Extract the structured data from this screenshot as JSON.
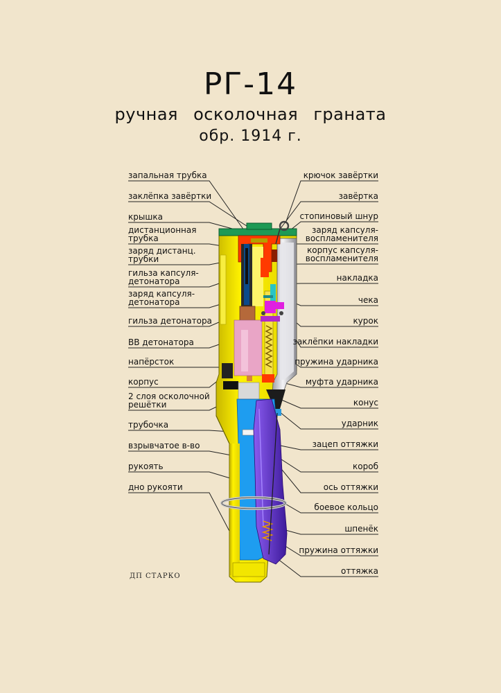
{
  "title": "РГ-14",
  "subtitle": "ручная осколочная граната",
  "model": "обр. 1914 г.",
  "author": "ДП СТАРКО",
  "labels_left": [
    "запальная трубка",
    "заклёпка завёртки",
    "крышка",
    "дистанционная\nтрубка",
    "заряд дистанц.\nтрубки",
    "гильза капсуля-\nдетонатора",
    "заряд капсуля-\nдетонатора",
    "гильза детонатора",
    "ВВ детонатора",
    "напёрсток",
    "корпус",
    "2 слоя осколочной\nрешётки",
    "трубочка",
    "взрывчатое в-во",
    "рукоять",
    "дно рукояти"
  ],
  "labels_right": [
    "крючок завёртки",
    "завёртка",
    "стопиновый шнур",
    "заряд капсуля-\nвоспламенителя",
    "корпус капсуля-\nвоспламенителя",
    "накладка",
    "чека",
    "курок",
    "заклёпки накладки",
    "пружина ударника",
    "муфта ударника",
    "конус",
    "ударник",
    "зацеп оттяжки",
    "короб",
    "ось оттяжки",
    "боевое кольцо",
    "шпенёк",
    "пружина оттяжки",
    "оттяжка"
  ],
  "colors": {
    "background": "#f1e5cc",
    "body_yellow": "#f2e600",
    "cap_green": "#1e9a55",
    "cap_red": "#ff3a00",
    "blue": "#1e9df0",
    "purple": "#6a38d8",
    "pink": "#e9a5c6",
    "magenta": "#e020e0",
    "silver": "#c8c8cc"
  }
}
